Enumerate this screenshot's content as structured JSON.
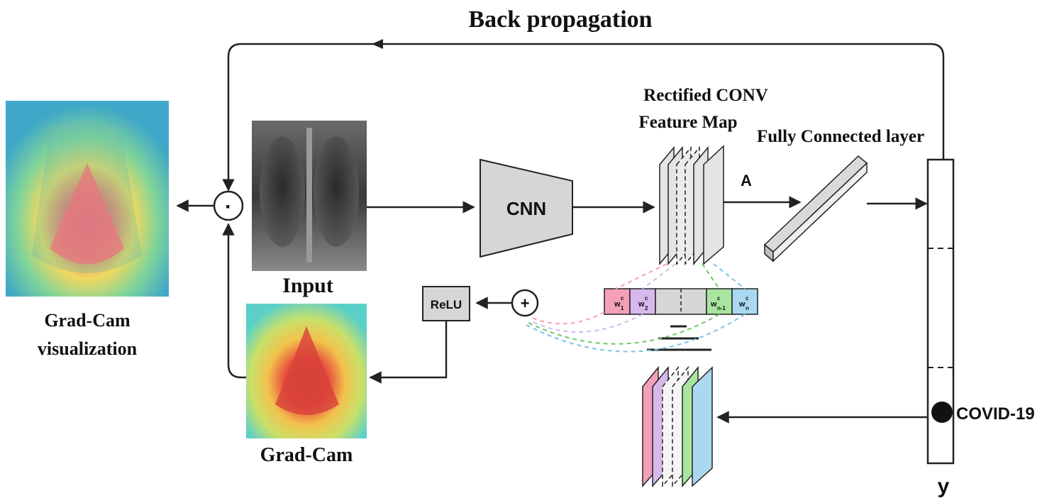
{
  "labels": {
    "back_propagation": "Back propagation",
    "rectified_conv_line1": "Rectified CONV",
    "rectified_conv_line2": "Feature Map",
    "fully_connected": "Fully Connected layer",
    "cnn": "CNN",
    "a": "A",
    "input": "Input",
    "relu": "ReLU",
    "plus": "+",
    "dot": "·",
    "grad_cam_vis_line1": "Grad-Cam",
    "grad_cam_vis_line2": "visualization",
    "grad_cam": "Grad-Cam",
    "covid": "COVID-19",
    "y": "y"
  },
  "weights": {
    "w1": "w",
    "w1_sub": "1",
    "w2": "w",
    "w2_sub": "2",
    "wn1": "w",
    "wn1_sub": "n-1",
    "wn": "w",
    "wn_sub": "n",
    "sup": "c"
  },
  "colors": {
    "pink": "#f4a0b8",
    "lavender": "#d7b8ec",
    "green": "#a8e6a0",
    "blue": "#a9d8f0",
    "gray": "#d6d6d6",
    "heat_red": "#e8403a",
    "heat_yellow": "#f1e35a",
    "heat_cyan": "#5ad0c8"
  }
}
